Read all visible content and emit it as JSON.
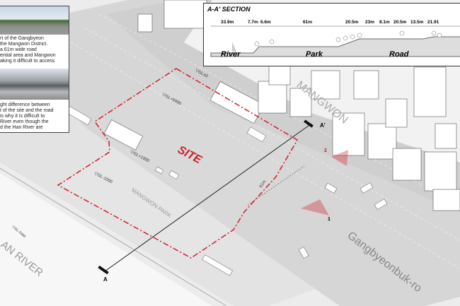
{
  "info_panel": {
    "paragraph_1": [
      "rt of the Gangbyeon",
      "the Mangwon District.",
      "a 61m wide road",
      "ential area and Mangwon",
      "aking it difficult to access"
    ],
    "paragraph_2": [
      "ght difference between",
      "t of the site and the road",
      "is why it is difficult to",
      "River even though the",
      "d the Han River are"
    ]
  },
  "section": {
    "title": "A-A' SECTION",
    "dimensions": [
      "33.9m",
      "7.7m",
      "6.6m",
      "61m",
      "20.5m",
      "23m",
      "8.1m",
      "20.5m",
      "13.5m",
      "21.91"
    ],
    "zones": [
      "River",
      "Park",
      "Road"
    ]
  },
  "plan": {
    "site_label": "SITE",
    "levels": [
      "▽GL±0",
      "▽GL+6000",
      "▽GL+1000",
      "▽GL-1000",
      "▽GL-5300"
    ],
    "road_width": "61m",
    "park_label": "MANGWON PARK",
    "river_label": "AN RIVER",
    "road_label": "Gangbyeonbuk-ro",
    "district_label": "MANGWON",
    "section_marker_start": "A",
    "section_marker_end": "A'",
    "viewpoints": [
      "1",
      "2"
    ]
  },
  "colors": {
    "site_red": "#d01f2a",
    "road_gray": "#d6d6d6",
    "ground": "#ececec"
  }
}
